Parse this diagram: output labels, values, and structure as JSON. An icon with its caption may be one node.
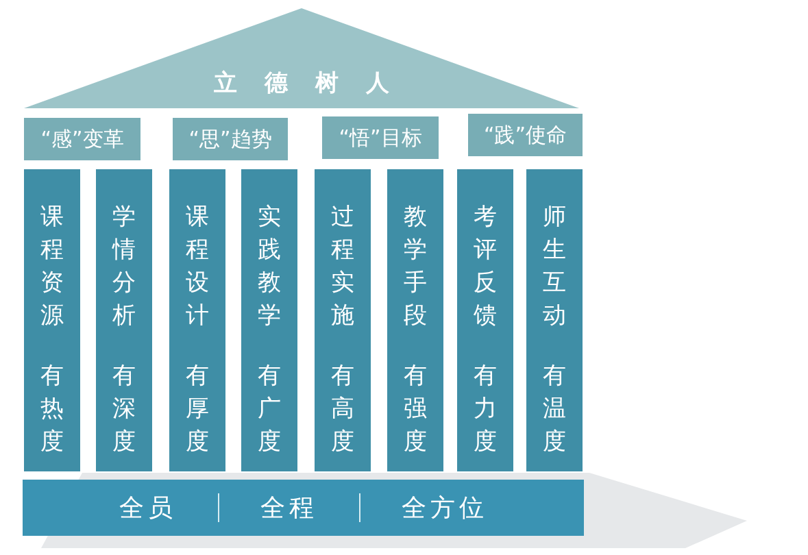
{
  "diagram": {
    "nodes": [
      {
        "text": [
          "立德树人"
        ]
      },
      {
        "text": [
          "“感”变革"
        ]
      },
      {
        "text": [
          "“思”趋势"
        ]
      },
      {
        "text": [
          "“悟”目标"
        ]
      },
      {
        "text": [
          "“践”使命"
        ]
      },
      {
        "text": [
          "课程资源",
          "有热度"
        ]
      },
      {
        "text": [
          "学情分析",
          "有深度"
        ]
      },
      {
        "text": [
          "课程设计",
          "有厚度"
        ]
      },
      {
        "text": [
          "实践教学",
          "有广度"
        ]
      },
      {
        "text": [
          "过程实施",
          "有高度"
        ]
      },
      {
        "text": [
          "教学手段",
          "有强度"
        ]
      },
      {
        "text": [
          "考评反馈",
          "有力度"
        ]
      },
      {
        "text": [
          "师生互动",
          "有温度"
        ]
      },
      {
        "text": [
          "全员",
          "全程",
          "全方位"
        ]
      }
    ]
  }
}
